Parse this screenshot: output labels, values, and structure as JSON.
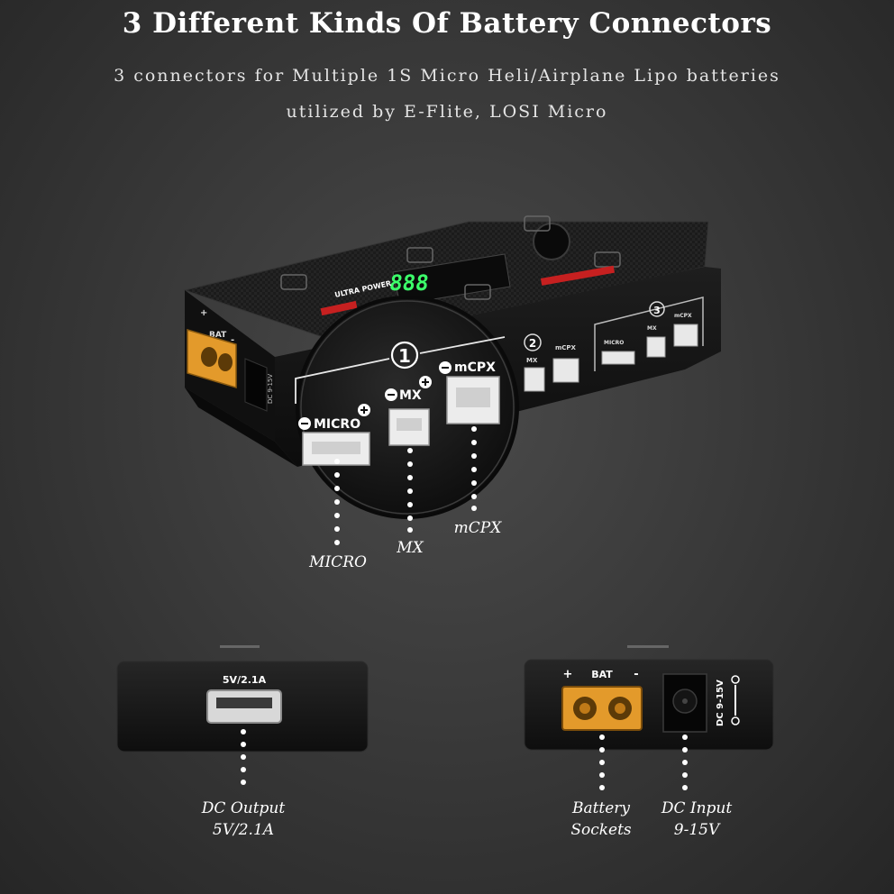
{
  "header": {
    "title": "3 Different Kinds Of Battery Connectors",
    "subtitle_line1": "3 connectors for Multiple 1S Micro Heli/Airplane Lipo batteries",
    "subtitle_line2": "utilized by E-Flite, LOSI Micro"
  },
  "device": {
    "brand": "ULTRA POWER",
    "display_digits": "888",
    "bat_label": "BAT",
    "plus_sign": "+",
    "minus_sign": "-",
    "dc_input_label": "DC 9-15V",
    "group_1": "1",
    "group_2": "2",
    "group_3": "3",
    "port_micro": "MICRO",
    "port_mx": "MX",
    "port_mcpx": "mCPX",
    "usb_label": "5V/2.1A"
  },
  "captions": {
    "micro": "MICRO",
    "mx": "MX",
    "mcpx": "mCPX",
    "dc_output_line1": "DC Output",
    "dc_output_line2": "5V/2.1A",
    "battery_line1": "Battery",
    "battery_line2": "Sockets",
    "dc_input_line1": "DC Input",
    "dc_input_line2": "9-15V"
  },
  "colors": {
    "xt60_body": "#e39a2b",
    "display_digits": "#3cff6a",
    "device_body": "#141414"
  }
}
